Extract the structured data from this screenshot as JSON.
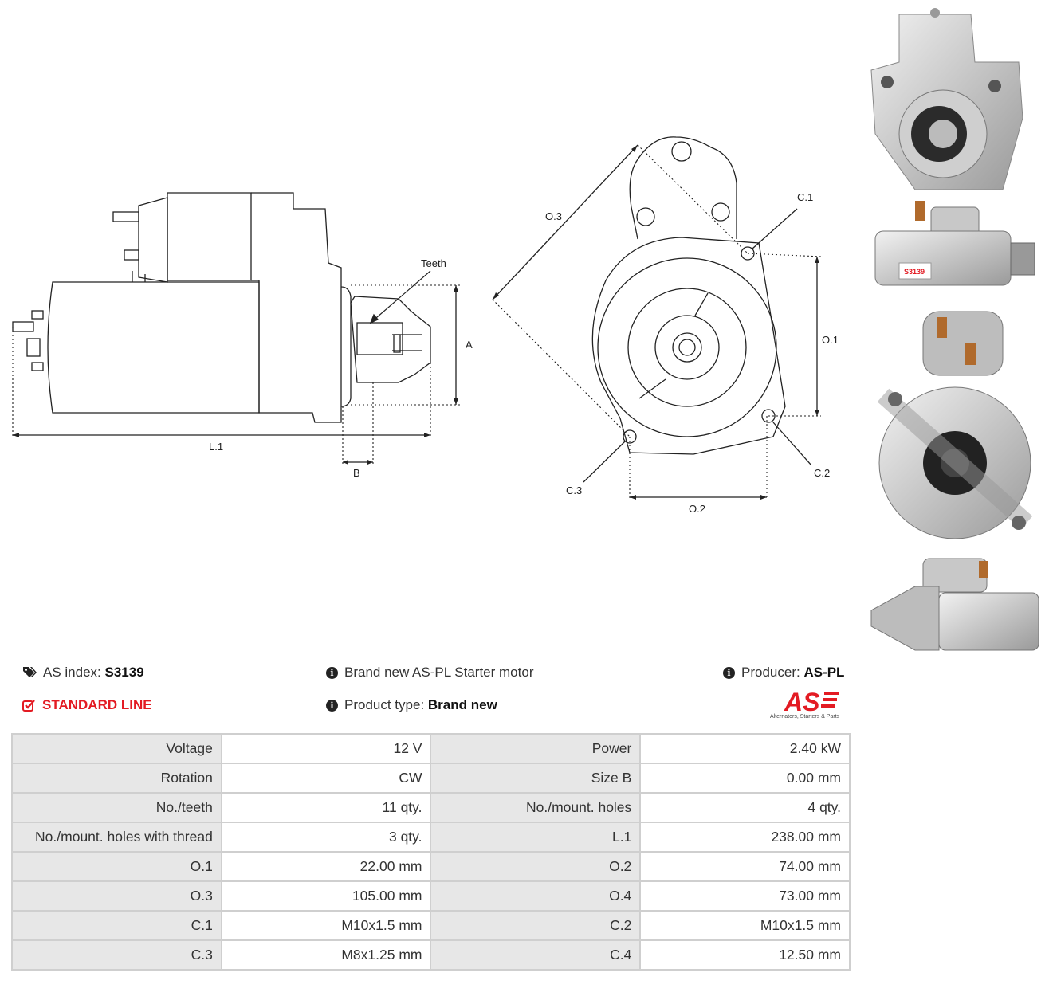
{
  "drawing_labels": {
    "teeth": "Teeth",
    "a": "A",
    "b": "B",
    "l1": "L.1",
    "o1": "O.1",
    "o2": "O.2",
    "o3": "O.3",
    "c1": "C.1",
    "c2": "C.2",
    "c3": "C.3"
  },
  "info": {
    "as_index_label": "AS index:",
    "as_index_value": "S3139",
    "standard_line": "STANDARD LINE",
    "brand_new_desc": "Brand new AS-PL Starter motor",
    "product_type_label": "Product type:",
    "product_type_value": "Brand new",
    "producer_label": "Producer:",
    "producer_value": "AS-PL"
  },
  "logo": {
    "text": "AS",
    "tagline": "Alternators, Starters & Parts"
  },
  "photo_label": "S3139",
  "specs": [
    [
      {
        "label": "Voltage",
        "value": "12 V"
      },
      {
        "label": "Power",
        "value": "2.40 kW"
      }
    ],
    [
      {
        "label": "Rotation",
        "value": "CW"
      },
      {
        "label": "Size B",
        "value": "0.00 mm"
      }
    ],
    [
      {
        "label": "No./teeth",
        "value": "11 qty."
      },
      {
        "label": "No./mount. holes",
        "value": "4 qty."
      }
    ],
    [
      {
        "label": "No./mount. holes with thread",
        "value": "3 qty."
      },
      {
        "label": "L.1",
        "value": "238.00 mm"
      }
    ],
    [
      {
        "label": "O.1",
        "value": "22.00 mm"
      },
      {
        "label": "O.2",
        "value": "74.00 mm"
      }
    ],
    [
      {
        "label": "O.3",
        "value": "105.00 mm"
      },
      {
        "label": "O.4",
        "value": "73.00 mm"
      }
    ],
    [
      {
        "label": "C.1",
        "value": "M10x1.5 mm"
      },
      {
        "label": "C.2",
        "value": "M10x1.5 mm"
      }
    ],
    [
      {
        "label": "C.3",
        "value": "M8x1.25 mm"
      },
      {
        "label": "C.4",
        "value": "12.50 mm"
      }
    ]
  ],
  "colors": {
    "accent_red": "#e31b23",
    "label_bg": "#e7e7e7",
    "border": "#cfcfcf"
  }
}
